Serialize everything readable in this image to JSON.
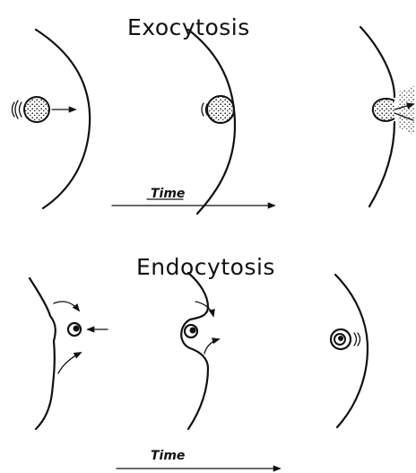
{
  "exocytosis": {
    "title": "Exocytosis",
    "time_label": "Time"
  },
  "endocytosis": {
    "title": "Endocytosis",
    "time_label": "Time"
  },
  "colors": {
    "ink": "#111111",
    "background": "#ffffff"
  }
}
